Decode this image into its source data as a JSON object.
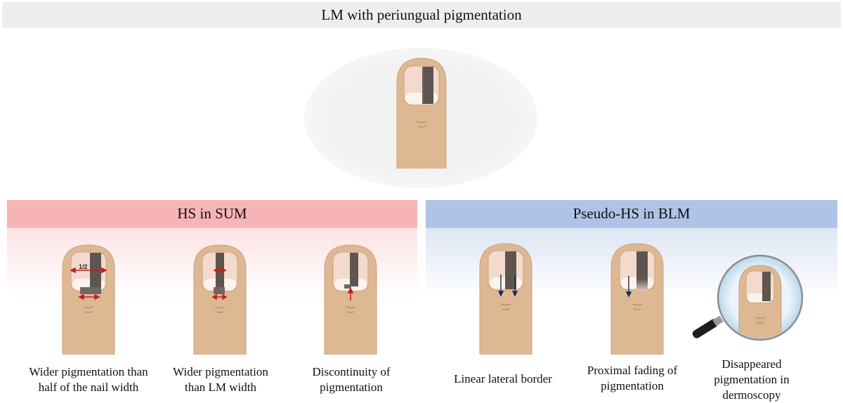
{
  "top": {
    "title": "LM with periungual pigmentation"
  },
  "left_panel": {
    "title": "HS in SUM",
    "items": [
      {
        "caption_line1": "Wider pigmentation than",
        "caption_line2": "half of the nail width",
        "half_label": "1/2"
      },
      {
        "caption_line1": "Wider pigmentation",
        "caption_line2": "than LM width"
      },
      {
        "caption_line1": "Discontinuity of",
        "caption_line2": "pigmentation"
      }
    ]
  },
  "right_panel": {
    "title": "Pseudo-HS in BLM",
    "items": [
      {
        "caption_line1": "Linear lateral border"
      },
      {
        "caption_line1": "Proximal fading of",
        "caption_line2": "pigmentation"
      },
      {
        "caption_line1": "Disappeared",
        "caption_line2": "pigmentation in",
        "caption_line3": "dermoscopy"
      }
    ]
  },
  "colors": {
    "skin": "#deb893",
    "pigment": "#5e5551",
    "arrow_red": "#c21f1f",
    "arrow_navy": "#1b2a5a",
    "hs_header": "#f7b3b5",
    "pseudo_header": "#aec3e5"
  }
}
